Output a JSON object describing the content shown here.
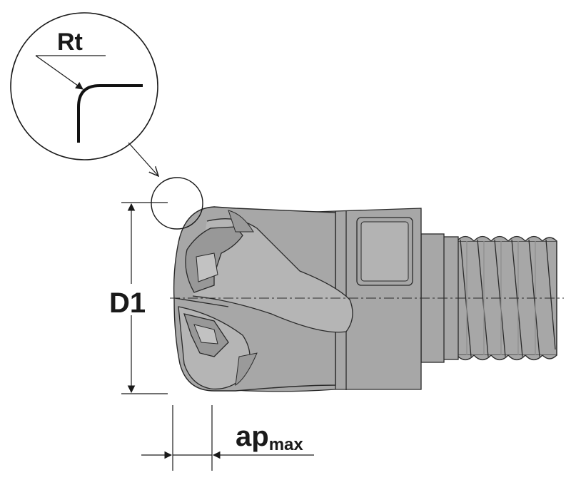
{
  "labels": {
    "radius": "Rt",
    "diameter": "D1",
    "depth_main": "ap",
    "depth_sub": "max"
  },
  "colors": {
    "tool_fill": "#a7a7a7",
    "tool_shade": "#8f8f8f",
    "tool_light": "#bdbdbd",
    "line": "#1a1a1a",
    "background": "#ffffff"
  }
}
